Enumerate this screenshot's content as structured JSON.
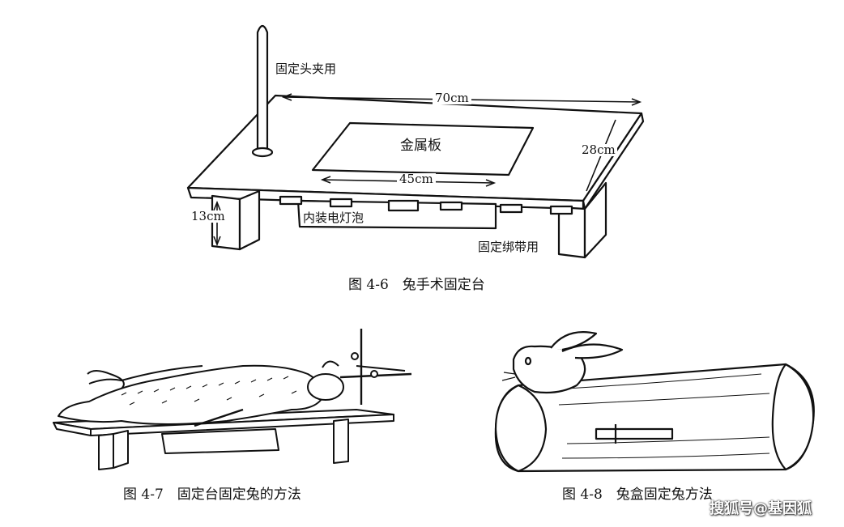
{
  "figure_4_6": {
    "caption": "图 4-6　兔手术固定台",
    "labels": {
      "head_clamp": "固定头夹用",
      "length": "70cm",
      "metal_plate": "金属板",
      "plate_width": "45cm",
      "width": "28cm",
      "height": "13cm",
      "bulb": "内装电灯泡",
      "strap": "固定绑带用"
    }
  },
  "figure_4_7": {
    "caption": "图 4-7　固定台固定兔的方法"
  },
  "figure_4_8": {
    "caption": "图 4-8　兔盒固定兔方法"
  },
  "watermark": "搜狐号@基因狐"
}
